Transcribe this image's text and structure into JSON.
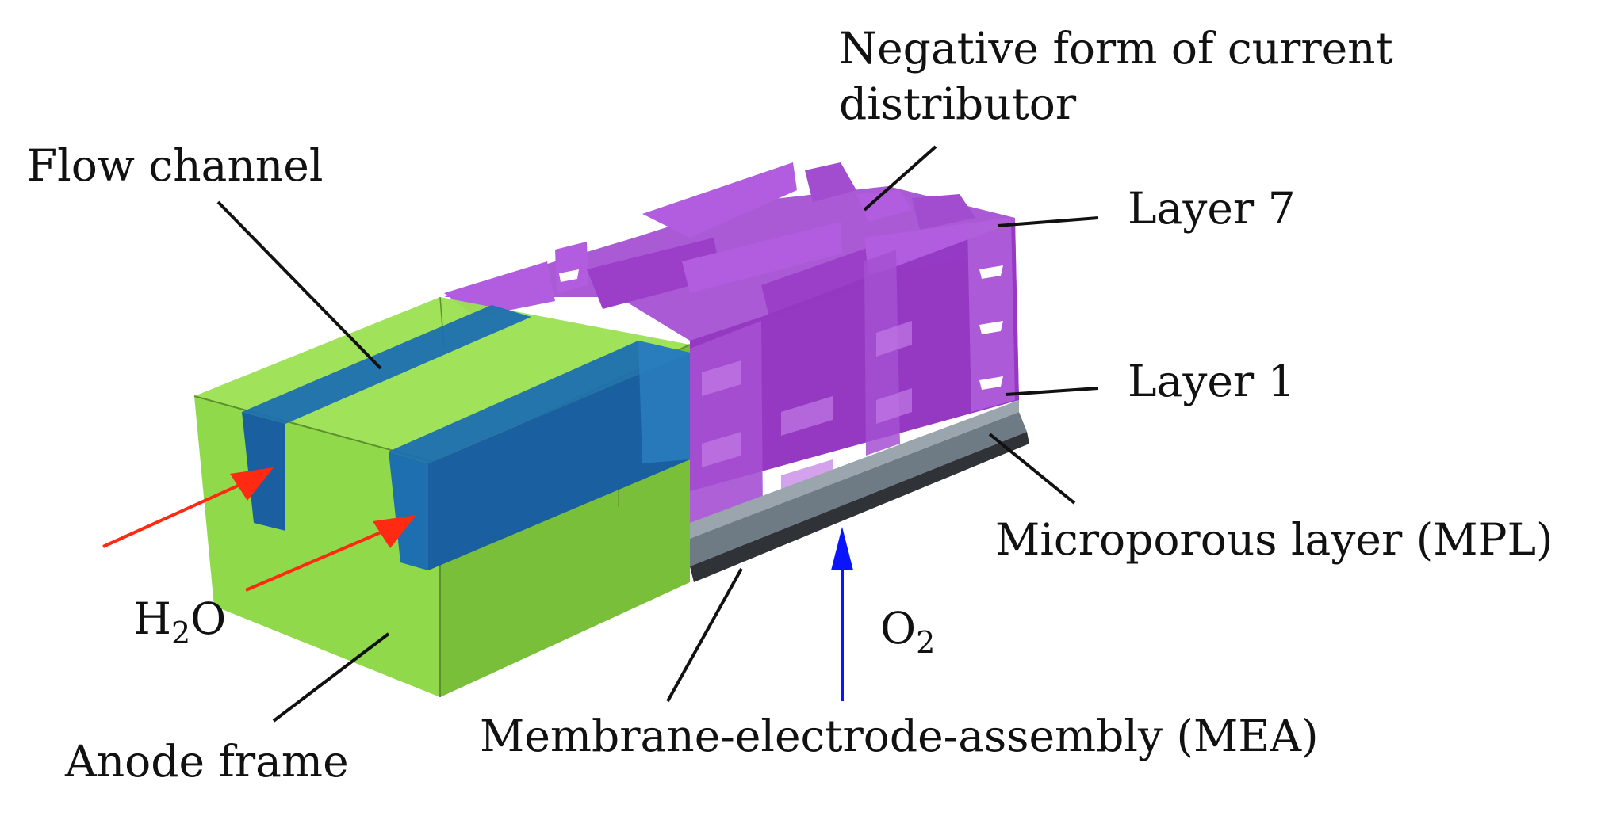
{
  "labels": {
    "negative_form_line1": "Negative form of current",
    "negative_form_line2": "distributor",
    "flow_channel": "Flow channel",
    "layer7": "Layer 7",
    "layer1": "Layer 1",
    "mpl": "Microporous layer (MPL)",
    "h2o_main": "H",
    "h2o_sub": "2",
    "h2o_end": "O",
    "o2_main": "O",
    "o2_sub": "2",
    "mea": "Membrane-electrode-assembly (MEA)",
    "anode_frame": "Anode frame"
  },
  "colors": {
    "anode_frame": "#8FD94A",
    "flow_channel": "#1E6FB0",
    "current_distributor": "#9B3FC8",
    "mpl": "#6E7A84",
    "mea": "#2F3236",
    "h2o_arrow": "#FF2A12",
    "o2_arrow": "#0A14FF",
    "leader_line": "#111111"
  }
}
